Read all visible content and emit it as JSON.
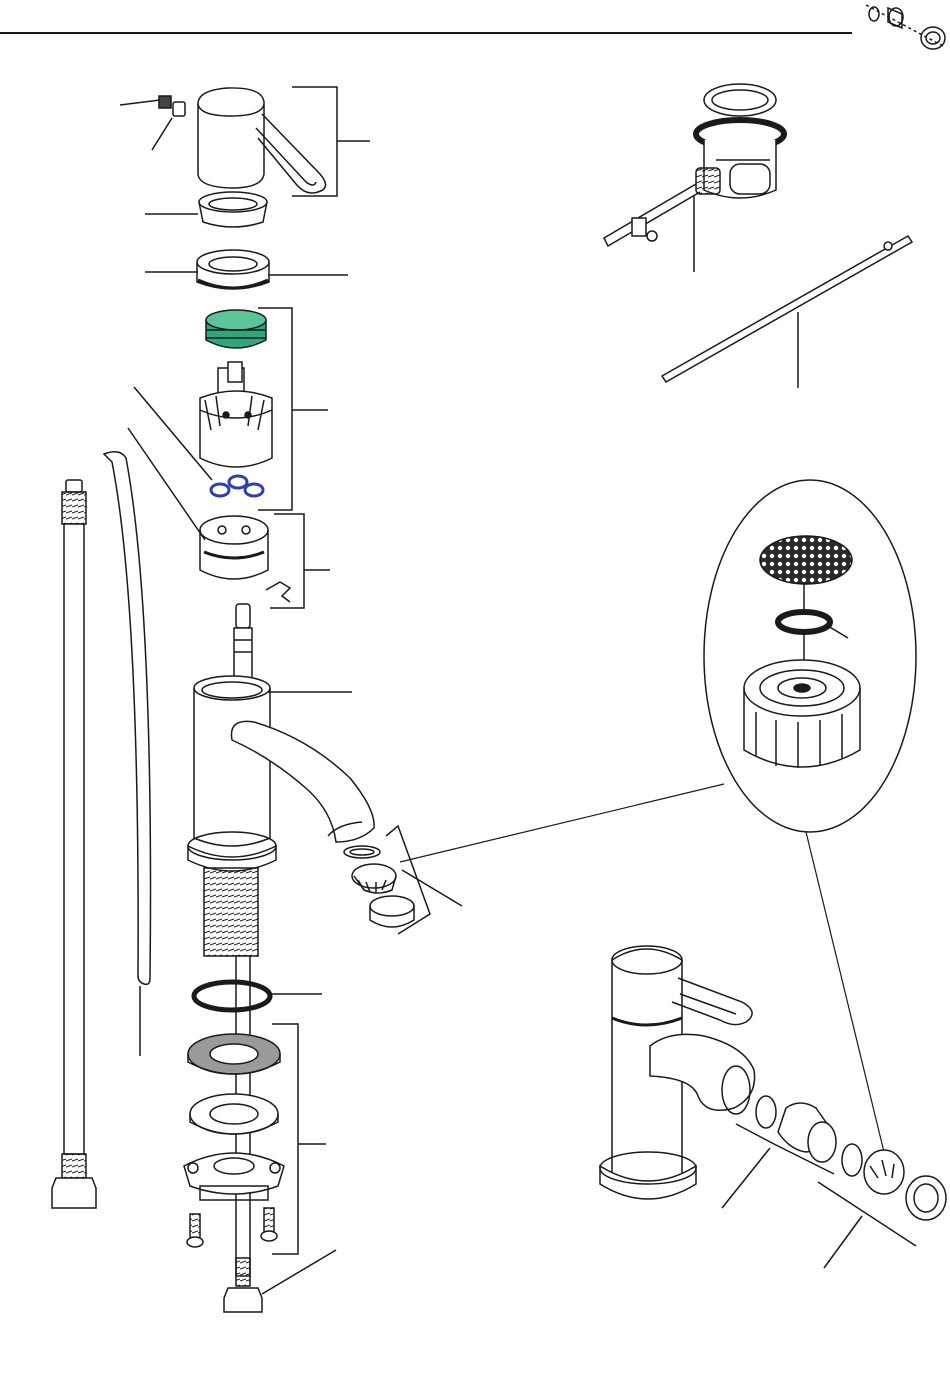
{
  "page": {
    "header_rule": true,
    "title": ""
  },
  "colors": {
    "ink": "#1a1a1a",
    "paper": "#ffffff",
    "cartridge_seal_green": "#2fa77a",
    "cartridge_oring_blue": "#2b3fb3",
    "washer_grey": "#9a9a9a",
    "screen_dark": "#2a2a2a"
  },
  "diagram": {
    "kind": "exploded-parts-view",
    "assemblies": [
      "lever-handle",
      "cartridge",
      "mixer-body",
      "mounting-kit",
      "flexible-hose",
      "pop-up-waste",
      "pull-rod",
      "aerator-detail",
      "assembled-bidet-mixer"
    ],
    "callout_labels": []
  }
}
